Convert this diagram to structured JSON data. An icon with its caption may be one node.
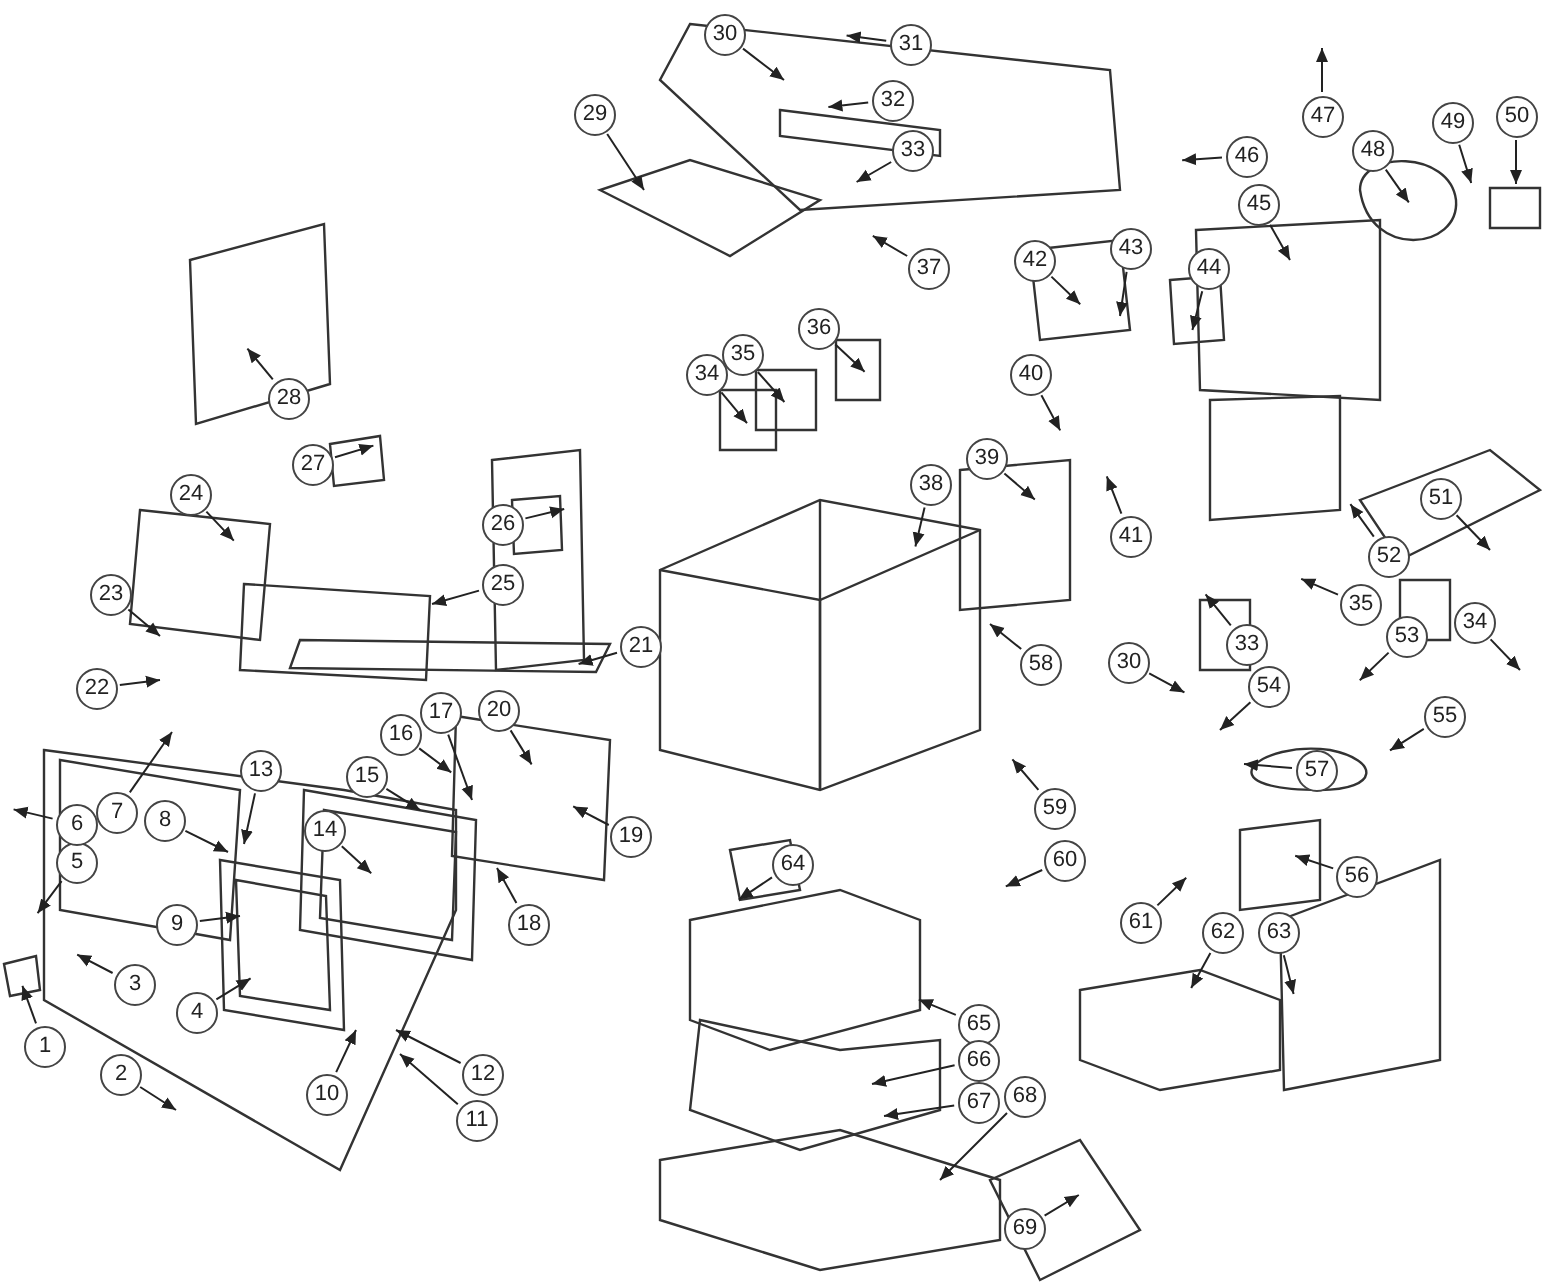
{
  "diagram": {
    "nodes": [
      {
        "text": [
          "1"
        ]
      },
      {
        "text": [
          "2"
        ]
      },
      {
        "text": [
          "3"
        ]
      },
      {
        "text": [
          "4"
        ]
      },
      {
        "text": [
          "5"
        ]
      },
      {
        "text": [
          "6"
        ]
      },
      {
        "text": [
          "7"
        ]
      },
      {
        "text": [
          "8"
        ]
      },
      {
        "text": [
          "9"
        ]
      },
      {
        "text": [
          "10"
        ]
      },
      {
        "text": [
          "11"
        ]
      },
      {
        "text": [
          "12"
        ]
      },
      {
        "text": [
          "13"
        ]
      },
      {
        "text": [
          "14"
        ]
      },
      {
        "text": [
          "15"
        ]
      },
      {
        "text": [
          "16"
        ]
      },
      {
        "text": [
          "17"
        ]
      },
      {
        "text": [
          "18"
        ]
      },
      {
        "text": [
          "19"
        ]
      },
      {
        "text": [
          "20"
        ]
      },
      {
        "text": [
          "21"
        ]
      },
      {
        "text": [
          "22"
        ]
      },
      {
        "text": [
          "23"
        ]
      },
      {
        "text": [
          "24"
        ]
      },
      {
        "text": [
          "25"
        ]
      },
      {
        "text": [
          "26"
        ]
      },
      {
        "text": [
          "27"
        ]
      },
      {
        "text": [
          "28"
        ]
      },
      {
        "text": [
          "29"
        ]
      },
      {
        "text": [
          "30"
        ]
      },
      {
        "text": [
          "31"
        ]
      },
      {
        "text": [
          "32"
        ]
      },
      {
        "text": [
          "33"
        ]
      },
      {
        "text": [
          "34"
        ]
      },
      {
        "text": [
          "35"
        ]
      },
      {
        "text": [
          "36"
        ]
      },
      {
        "text": [
          "37"
        ]
      },
      {
        "text": [
          "38"
        ]
      },
      {
        "text": [
          "39"
        ]
      },
      {
        "text": [
          "40"
        ]
      },
      {
        "text": [
          "41"
        ]
      },
      {
        "text": [
          "42"
        ]
      },
      {
        "text": [
          "43"
        ]
      },
      {
        "text": [
          "44"
        ]
      },
      {
        "text": [
          "45"
        ]
      },
      {
        "text": [
          "46"
        ]
      },
      {
        "text": [
          "47"
        ]
      },
      {
        "text": [
          "48"
        ]
      },
      {
        "text": [
          "49"
        ]
      },
      {
        "text": [
          "50"
        ]
      },
      {
        "text": [
          "51"
        ]
      },
      {
        "text": [
          "52"
        ]
      },
      {
        "text": [
          "53"
        ]
      },
      {
        "text": [
          "54"
        ]
      },
      {
        "text": [
          "55"
        ]
      },
      {
        "text": [
          "56"
        ]
      },
      {
        "text": [
          "57"
        ]
      },
      {
        "text": [
          "58"
        ]
      },
      {
        "text": [
          "30"
        ]
      },
      {
        "text": [
          "59"
        ]
      },
      {
        "text": [
          "60"
        ]
      },
      {
        "text": [
          "61"
        ]
      },
      {
        "text": [
          "62"
        ]
      },
      {
        "text": [
          "63"
        ]
      },
      {
        "text": [
          "64"
        ]
      },
      {
        "text": [
          "65"
        ]
      },
      {
        "text": [
          "66"
        ]
      },
      {
        "text": [
          "67"
        ]
      },
      {
        "text": [
          "68"
        ]
      },
      {
        "text": [
          "69"
        ]
      },
      {
        "text": [
          "33"
        ]
      },
      {
        "text": [
          "34"
        ]
      },
      {
        "text": [
          "35"
        ]
      }
    ],
    "edges": [
      {
        "from": 0,
        "to": null,
        "arrow": "to"
      },
      {
        "from": 1,
        "to": null,
        "arrow": "to"
      },
      {
        "from": 2,
        "to": null,
        "arrow": "to"
      },
      {
        "from": 3,
        "to": null,
        "arrow": "to"
      },
      {
        "from": 4,
        "to": null,
        "arrow": "to"
      },
      {
        "from": 5,
        "to": null,
        "arrow": "to"
      },
      {
        "from": 6,
        "to": null,
        "arrow": "to"
      },
      {
        "from": 7,
        "to": null,
        "arrow": "to"
      },
      {
        "from": 8,
        "to": null,
        "arrow": "to"
      },
      {
        "from": 9,
        "to": null,
        "arrow": "to"
      },
      {
        "from": 10,
        "to": null,
        "arrow": "to"
      },
      {
        "from": 11,
        "to": null,
        "arrow": "to"
      },
      {
        "from": 12,
        "to": null,
        "arrow": "to"
      },
      {
        "from": 13,
        "to": null,
        "arrow": "to"
      },
      {
        "from": 14,
        "to": null,
        "arrow": "to"
      },
      {
        "from": 15,
        "to": null,
        "arrow": "to"
      },
      {
        "from": 16,
        "to": null,
        "arrow": "to"
      },
      {
        "from": 17,
        "to": null,
        "arrow": "to"
      },
      {
        "from": 18,
        "to": null,
        "arrow": "to"
      },
      {
        "from": 19,
        "to": null,
        "arrow": "to"
      },
      {
        "from": 20,
        "to": null,
        "arrow": "to"
      },
      {
        "from": 21,
        "to": null,
        "arrow": "to"
      },
      {
        "from": 22,
        "to": null,
        "arrow": "to"
      },
      {
        "from": 23,
        "to": null,
        "arrow": "to"
      },
      {
        "from": 24,
        "to": null,
        "arrow": "to"
      },
      {
        "from": 25,
        "to": null,
        "arrow": "to"
      },
      {
        "from": 26,
        "to": null,
        "arrow": "to"
      },
      {
        "from": 27,
        "to": null,
        "arrow": "to"
      },
      {
        "from": 28,
        "to": null,
        "arrow": "to"
      },
      {
        "from": 29,
        "to": null,
        "arrow": "to"
      },
      {
        "from": 30,
        "to": null,
        "arrow": "to"
      },
      {
        "from": 31,
        "to": null,
        "arrow": "to"
      },
      {
        "from": 32,
        "to": null,
        "arrow": "to"
      },
      {
        "from": 33,
        "to": null,
        "arrow": "to"
      },
      {
        "from": 34,
        "to": null,
        "arrow": "to"
      },
      {
        "from": 35,
        "to": null,
        "arrow": "to"
      },
      {
        "from": 36,
        "to": null,
        "arrow": "to"
      },
      {
        "from": 37,
        "to": null,
        "arrow": "to"
      },
      {
        "from": 38,
        "to": null,
        "arrow": "to"
      },
      {
        "from": 39,
        "to": null,
        "arrow": "to"
      },
      {
        "from": 40,
        "to": null,
        "arrow": "to"
      },
      {
        "from": 41,
        "to": null,
        "arrow": "to"
      },
      {
        "from": 42,
        "to": null,
        "arrow": "to"
      },
      {
        "from": 43,
        "to": null,
        "arrow": "to"
      },
      {
        "from": 44,
        "to": null,
        "arrow": "to"
      },
      {
        "from": 45,
        "to": null,
        "arrow": "to"
      },
      {
        "from": 46,
        "to": null,
        "arrow": "to"
      },
      {
        "from": 47,
        "to": null,
        "arrow": "to"
      },
      {
        "from": 48,
        "to": null,
        "arrow": "to"
      },
      {
        "from": 49,
        "to": null,
        "arrow": "to"
      },
      {
        "from": 50,
        "to": null,
        "arrow": "to"
      },
      {
        "from": 51,
        "to": null,
        "arrow": "to"
      },
      {
        "from": 52,
        "to": null,
        "arrow": "to"
      },
      {
        "from": 53,
        "to": null,
        "arrow": "to"
      },
      {
        "from": 54,
        "to": null,
        "arrow": "to"
      },
      {
        "from": 55,
        "to": null,
        "arrow": "to"
      },
      {
        "from": 56,
        "to": null,
        "arrow": "to"
      },
      {
        "from": 57,
        "to": null,
        "arrow": "to"
      },
      {
        "from": 58,
        "to": null,
        "arrow": "to"
      },
      {
        "from": 59,
        "to": null,
        "arrow": "to"
      },
      {
        "from": 60,
        "to": null,
        "arrow": "to"
      },
      {
        "from": 61,
        "to": null,
        "arrow": "to"
      },
      {
        "from": 62,
        "to": null,
        "arrow": "to"
      },
      {
        "from": 63,
        "to": null,
        "arrow": "to"
      },
      {
        "from": 64,
        "to": null,
        "arrow": "to"
      },
      {
        "from": 65,
        "to": null,
        "arrow": "to"
      },
      {
        "from": 66,
        "to": null,
        "arrow": "to"
      },
      {
        "from": 67,
        "to": null,
        "arrow": "to"
      },
      {
        "from": 68,
        "to": null,
        "arrow": "to"
      },
      {
        "from": 69,
        "to": null,
        "arrow": "to"
      },
      {
        "from": 70,
        "to": null,
        "arrow": "to"
      },
      {
        "from": 71,
        "to": null,
        "arrow": "to"
      },
      {
        "from": 72,
        "to": null,
        "arrow": "to"
      }
    ]
  }
}
